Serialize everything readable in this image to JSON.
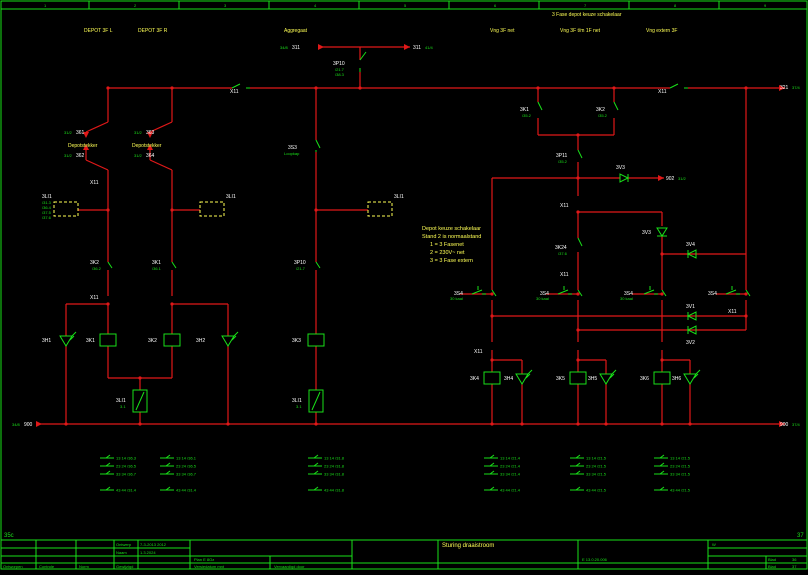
{
  "sheet": {
    "number_left": "35c",
    "number_right": "37"
  },
  "column_marks": [
    "1",
    "2",
    "3",
    "4",
    "5",
    "6",
    "7",
    "8",
    "9"
  ],
  "header_labels": {
    "depot_l": "DEPOT 3F L",
    "depot_r": "DEPOT 3F R",
    "aggregaat": "Aggregaat",
    "vng_net": "Vng 3F net",
    "vng_1f": "Vng 3F t/m 1F net",
    "vng_extern": "Vng extern 3F",
    "keuze_title": "3 Fase depot keuze schakelaar"
  },
  "wire_refs": {
    "w311_in": "311",
    "w311_in_ref": "34/8",
    "w311_out": "311",
    "w311_out_ref": "41/4",
    "w321": "321",
    "w321_ref": "37/4",
    "w900_in": "900",
    "w900_in_ref": "34/8",
    "w900_out": "900",
    "w900_out_ref": "37/4",
    "w361": "361",
    "w361_ref": "31/2",
    "w363": "363",
    "w363_ref": "31/2",
    "w362": "362",
    "w362_ref": "31/2",
    "w364": "364",
    "w364_ref": "31/2",
    "w902": "902",
    "w902_ref": "31/2"
  },
  "depot_labels": {
    "left": "Depotstekker",
    "right": "Depotstekker"
  },
  "components": {
    "k3p10_top": "3P10",
    "k3p10_top_ref1": "/21.7",
    "k3p10_top_ref2": "/38.3",
    "x11_a": "X11",
    "x11_b": "X11",
    "x11_c": "X11",
    "x11_d": "X11",
    "x11_e": "X11",
    "x11_f": "X11",
    "x11_g": "X11",
    "x11_h": "X11",
    "x11_i": "X11",
    "x11_j": "X11",
    "x11_k": "X11",
    "k3s3": "3S3",
    "k3s3_sub": "Loopkap",
    "k3li_a": "3LI1",
    "k3li_b": "3LI1",
    "k3li_c": "3LI1",
    "k3li_ref1": "/31.3",
    "k3li_ref2": "/36.4",
    "k3li_ref3": "/37.5",
    "k3li_ref4": "/37.6",
    "k3k2_a": "3K2",
    "k3k2_a_ref": "/36.2",
    "k3k1_a": "3K1",
    "k3k1_a_ref": "/36.1",
    "k3p10_b": "3P10",
    "k3p10_b_ref": "/21.7",
    "h1": "3H1",
    "h2": "3H2",
    "coil_k1": "3K1",
    "coil_k2": "3K2",
    "coil_k3": "3K3",
    "li1_a": "3LI1",
    "li1_a_sub": "3.1",
    "li1_b": "3LI1",
    "li1_b_sub": "3.1",
    "k3k1_b": "3K1",
    "k3k1_b_ref": "/35.2",
    "k3k2_b": "3K2",
    "k3k2_b_ref": "/35.2",
    "k3p11": "3P11",
    "k3p11_ref": "/35.2",
    "v3": "3V3",
    "v4": "3V4",
    "v1": "3V1",
    "v2": "3V2",
    "k3k24": "3K24",
    "k3k24_ref": "/37.6",
    "s4_a": "3S4",
    "s4_b": "3S4",
    "s4_c": "3S4",
    "s4_d": "3S4",
    "s4_sub": "30 kaal",
    "coil_k4": "3K4",
    "coil_k5": "3K5",
    "coil_k6": "3K6",
    "lamp_h4": "3H4",
    "lamp_h5": "3H5",
    "lamp_h6": "3H6"
  },
  "keuze_note": [
    "Depot keuze schakelaar",
    "Stand 2 is normaalstand",
    "1 = 3 Fasenet",
    "2 = 230V~ net",
    "3 = 3 Fase extern"
  ],
  "contact_table": {
    "k1": [
      "13 14 /36.3",
      "23 24 /36.5",
      "33 34 /36.7",
      "43 44 /31.4"
    ],
    "k2": [
      "13 14 /36.1",
      "23 24 /36.5",
      "33 34 /36.7",
      "43 44 /31.4"
    ],
    "k3": [
      "13 14 /31.8",
      "23 24 /31.8",
      "33 34 /31.8",
      "43 44 /31.8"
    ],
    "k4": [
      "13 14 /21.4",
      "23 24 /21.4",
      "33 34 /21.4",
      "43 44 /21.4"
    ],
    "k5": [
      "13 14 /21.5",
      "23 24 /21.5",
      "33 34 /21.5",
      "43 44 /21.5"
    ],
    "k6": [
      "13 14 /21.5",
      "23 24 /21.5",
      "33 34 /21.5",
      "43 44 /21.5"
    ]
  },
  "title_block": {
    "row1": [
      "Ontwerp",
      "Datum",
      "7-3-2013 2012",
      "Plan E 8Oz",
      "Sturing draaistroom"
    ],
    "row2": [
      "Naam",
      "1.3.2024",
      "Versiedatum mnt",
      "Vervaardigd door"
    ],
    "row3": [
      "Ontworpen",
      "Controle",
      "Norm",
      "Gewijzigd",
      "Blad",
      "Blad"
    ],
    "doc_no": "E 13.0.20.006",
    "blad_val": "36",
    "blad_total": "37",
    "w_label": "W"
  }
}
